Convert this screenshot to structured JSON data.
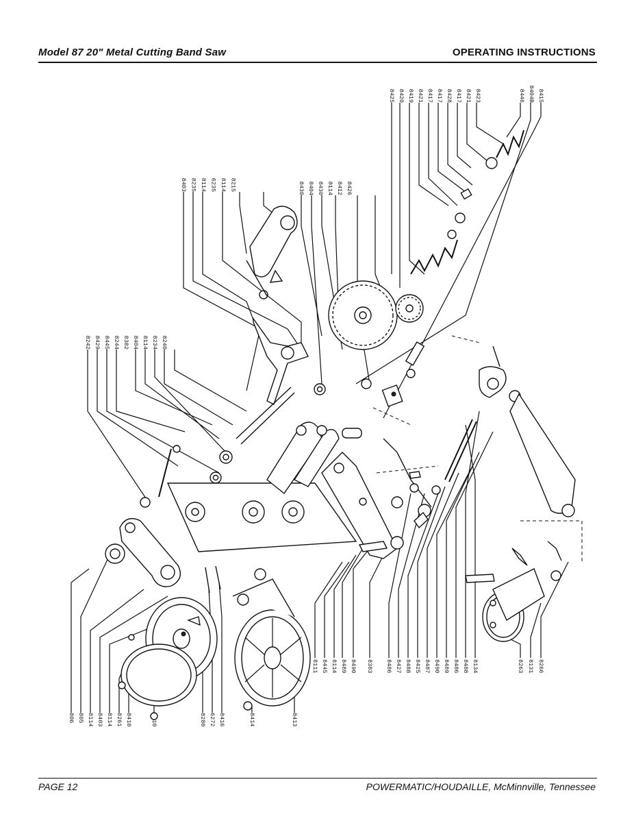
{
  "header": {
    "left": "Model 87 20\" Metal Cutting Band Saw",
    "right": "OPERATING INSTRUCTIONS"
  },
  "footer": {
    "left": "PAGE 12",
    "right": "POWERMATIC/HOUDAILLE, McMinnville, Tennessee"
  },
  "part_labels": {
    "top_right": [
      "8425",
      "8420",
      "8419",
      "8421",
      "8417",
      "8417",
      "8428",
      "8417",
      "8421",
      "8423"
    ],
    "far_right": [
      "8446",
      "8404B",
      "8415"
    ],
    "upper_mid": [
      "8403",
      "8235",
      "8114",
      "6235",
      "8114",
      "8215"
    ],
    "gear_group": [
      "8430",
      "8404",
      "8430",
      "8114",
      "8412",
      "8426"
    ],
    "left_mid": [
      "8242",
      "8429",
      "8445",
      "8244",
      "8382",
      "8404",
      "8114",
      "8234",
      "8240"
    ],
    "bottom_left": [
      "806",
      "805",
      "8114",
      "8403",
      "8114",
      "8261",
      "8410"
    ],
    "bottom_wheel": [
      "8410"
    ],
    "bottom_center_a": [
      "8280",
      "6272",
      "8416"
    ],
    "bottom_center_b": [
      "8414"
    ],
    "bottom_center_c": [
      "8413"
    ],
    "bottom_mid": [
      "8111",
      "8445",
      "8114",
      "8489"
    ],
    "bottom_mid_b": [
      "8490"
    ],
    "bottom_mid_c": [
      "8383"
    ],
    "bottom_right_group": [
      "8486",
      "8427",
      "8488",
      "8425",
      "8487",
      "8490",
      "8489",
      "8486",
      "8488",
      "8134"
    ],
    "bottom_far_right": [
      "8263",
      "8131",
      "8266"
    ]
  }
}
